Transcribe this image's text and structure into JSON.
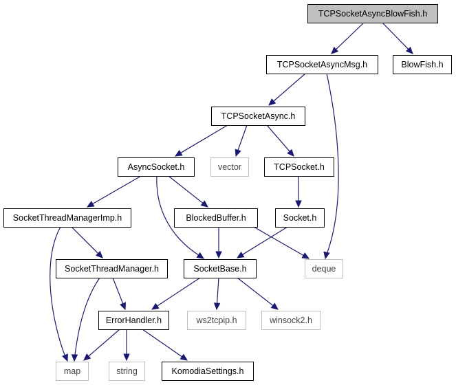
{
  "diagram": {
    "nodes": [
      {
        "id": "n0",
        "label": "TCPSocketAsyncBlowFish.h",
        "style": "root"
      },
      {
        "id": "n1",
        "label": "TCPSocketAsyncMsg.h",
        "style": "normal"
      },
      {
        "id": "n2",
        "label": "BlowFish.h",
        "style": "normal"
      },
      {
        "id": "n3",
        "label": "TCPSocketAsync.h",
        "style": "normal"
      },
      {
        "id": "n4",
        "label": "AsyncSocket.h",
        "style": "normal"
      },
      {
        "id": "n5",
        "label": "vector",
        "style": "ghost"
      },
      {
        "id": "n6",
        "label": "TCPSocket.h",
        "style": "normal"
      },
      {
        "id": "n7",
        "label": "SocketThreadManagerImp.h",
        "style": "normal"
      },
      {
        "id": "n8",
        "label": "BlockedBuffer.h",
        "style": "normal"
      },
      {
        "id": "n9",
        "label": "Socket.h",
        "style": "normal"
      },
      {
        "id": "n10",
        "label": "SocketThreadManager.h",
        "style": "normal"
      },
      {
        "id": "n11",
        "label": "SocketBase.h",
        "style": "normal"
      },
      {
        "id": "n12",
        "label": "deque",
        "style": "ghost"
      },
      {
        "id": "n13",
        "label": "ErrorHandler.h",
        "style": "normal"
      },
      {
        "id": "n14",
        "label": "ws2tcpip.h",
        "style": "ghost"
      },
      {
        "id": "n15",
        "label": "winsock2.h",
        "style": "ghost"
      },
      {
        "id": "n16",
        "label": "map",
        "style": "ghost"
      },
      {
        "id": "n17",
        "label": "string",
        "style": "ghost"
      },
      {
        "id": "n18",
        "label": "KomodiaSettings.h",
        "style": "normal"
      }
    ],
    "edges": [
      [
        "n0",
        "n1"
      ],
      [
        "n0",
        "n2"
      ],
      [
        "n1",
        "n3"
      ],
      [
        "n1",
        "n12"
      ],
      [
        "n3",
        "n4"
      ],
      [
        "n3",
        "n5"
      ],
      [
        "n3",
        "n6"
      ],
      [
        "n4",
        "n7"
      ],
      [
        "n4",
        "n8"
      ],
      [
        "n4",
        "n11"
      ],
      [
        "n6",
        "n9"
      ],
      [
        "n7",
        "n10"
      ],
      [
        "n7",
        "n16"
      ],
      [
        "n8",
        "n11"
      ],
      [
        "n8",
        "n12"
      ],
      [
        "n9",
        "n11"
      ],
      [
        "n10",
        "n13"
      ],
      [
        "n10",
        "n16"
      ],
      [
        "n11",
        "n13"
      ],
      [
        "n11",
        "n14"
      ],
      [
        "n11",
        "n15"
      ],
      [
        "n13",
        "n16"
      ],
      [
        "n13",
        "n17"
      ],
      [
        "n13",
        "n18"
      ]
    ],
    "colors": {
      "edge": "#191970",
      "root_fill": "#bfbfbf",
      "normal_border": "#000000",
      "ghost_border": "#bfbfbf",
      "background": "#ffffff"
    }
  }
}
